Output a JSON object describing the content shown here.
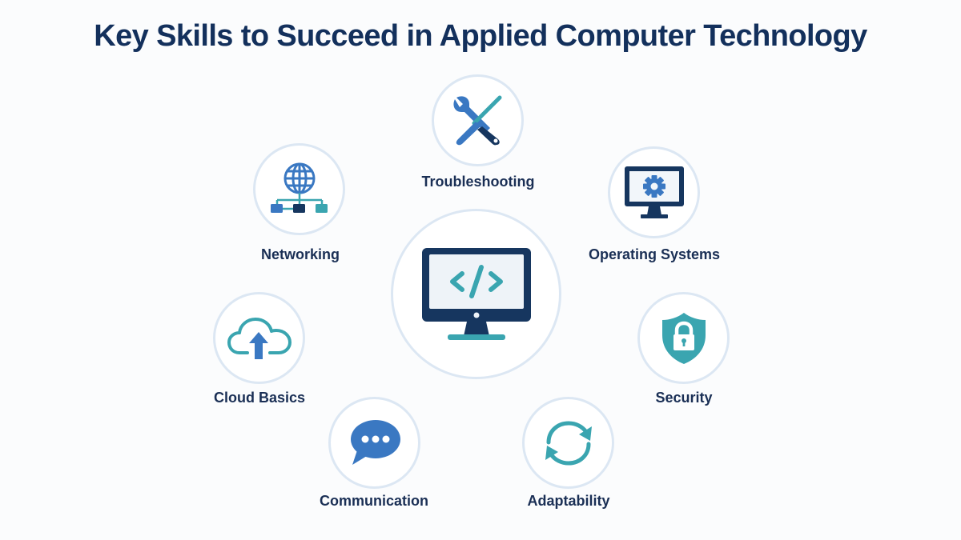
{
  "title": "Key Skills to Succeed in Applied Computer Technology",
  "colors": {
    "navy": "#16365f",
    "blue": "#3a78c2",
    "teal": "#3aa5b0",
    "ring": "#dce7f3",
    "text": "#13305c"
  },
  "center": {
    "icon": "monitor-code-icon"
  },
  "skills": [
    {
      "id": "troubleshooting",
      "label": "Troubleshooting",
      "icon": "wrench-screwdriver-icon"
    },
    {
      "id": "networking",
      "label": "Networking",
      "icon": "globe-network-icon"
    },
    {
      "id": "operating-systems",
      "label": "Operating Systems",
      "icon": "monitor-gear-icon"
    },
    {
      "id": "cloud-basics",
      "label": "Cloud Basics",
      "icon": "cloud-upload-icon"
    },
    {
      "id": "security",
      "label": "Security",
      "icon": "shield-lock-icon"
    },
    {
      "id": "communication",
      "label": "Communication",
      "icon": "chat-bubble-icon"
    },
    {
      "id": "adaptability",
      "label": "Adaptability",
      "icon": "refresh-arrows-icon"
    }
  ]
}
